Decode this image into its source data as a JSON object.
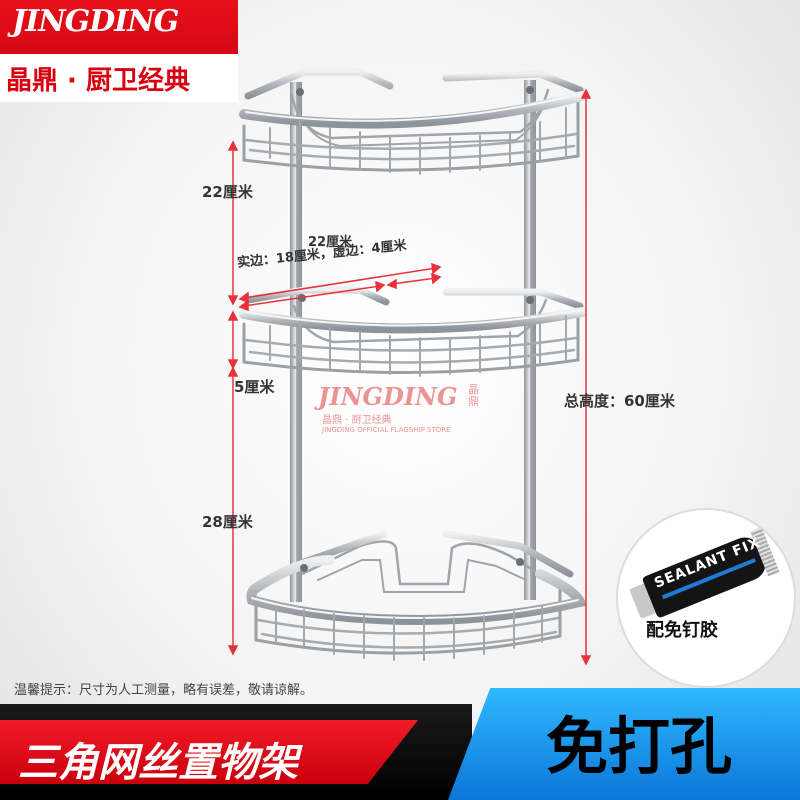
{
  "header": {
    "brand": "JINGDING",
    "slogan": "晶鼎 · 厨卫经典"
  },
  "dimensions": {
    "shelf_gap_top": "22厘米",
    "width": "22厘米",
    "edges": "实边：18厘米，虚边：4厘米",
    "basket_depth": "5厘米",
    "shelf_gap_bottom": "28厘米",
    "total_height": "总高度：60厘米"
  },
  "watermark": {
    "logo": "JINGDING",
    "tag": "晶鼎",
    "cn": "晶鼎 · 厨卫经典",
    "en": "JINGDING OFFICIAL FLAGSHIP STORE"
  },
  "badge": {
    "tube_label": "SEALANT FIX",
    "caption": "配免钉胶"
  },
  "tip": "温馨提示：尺寸为人工测量，略有误差，敬请谅解。",
  "bottom": {
    "product_name": "三角网丝置物架",
    "feature": "免打孔"
  },
  "colors": {
    "brand_red": "#d9000f",
    "accent_blue": "#1b8fe8",
    "dimension_line": "#e8323a"
  }
}
